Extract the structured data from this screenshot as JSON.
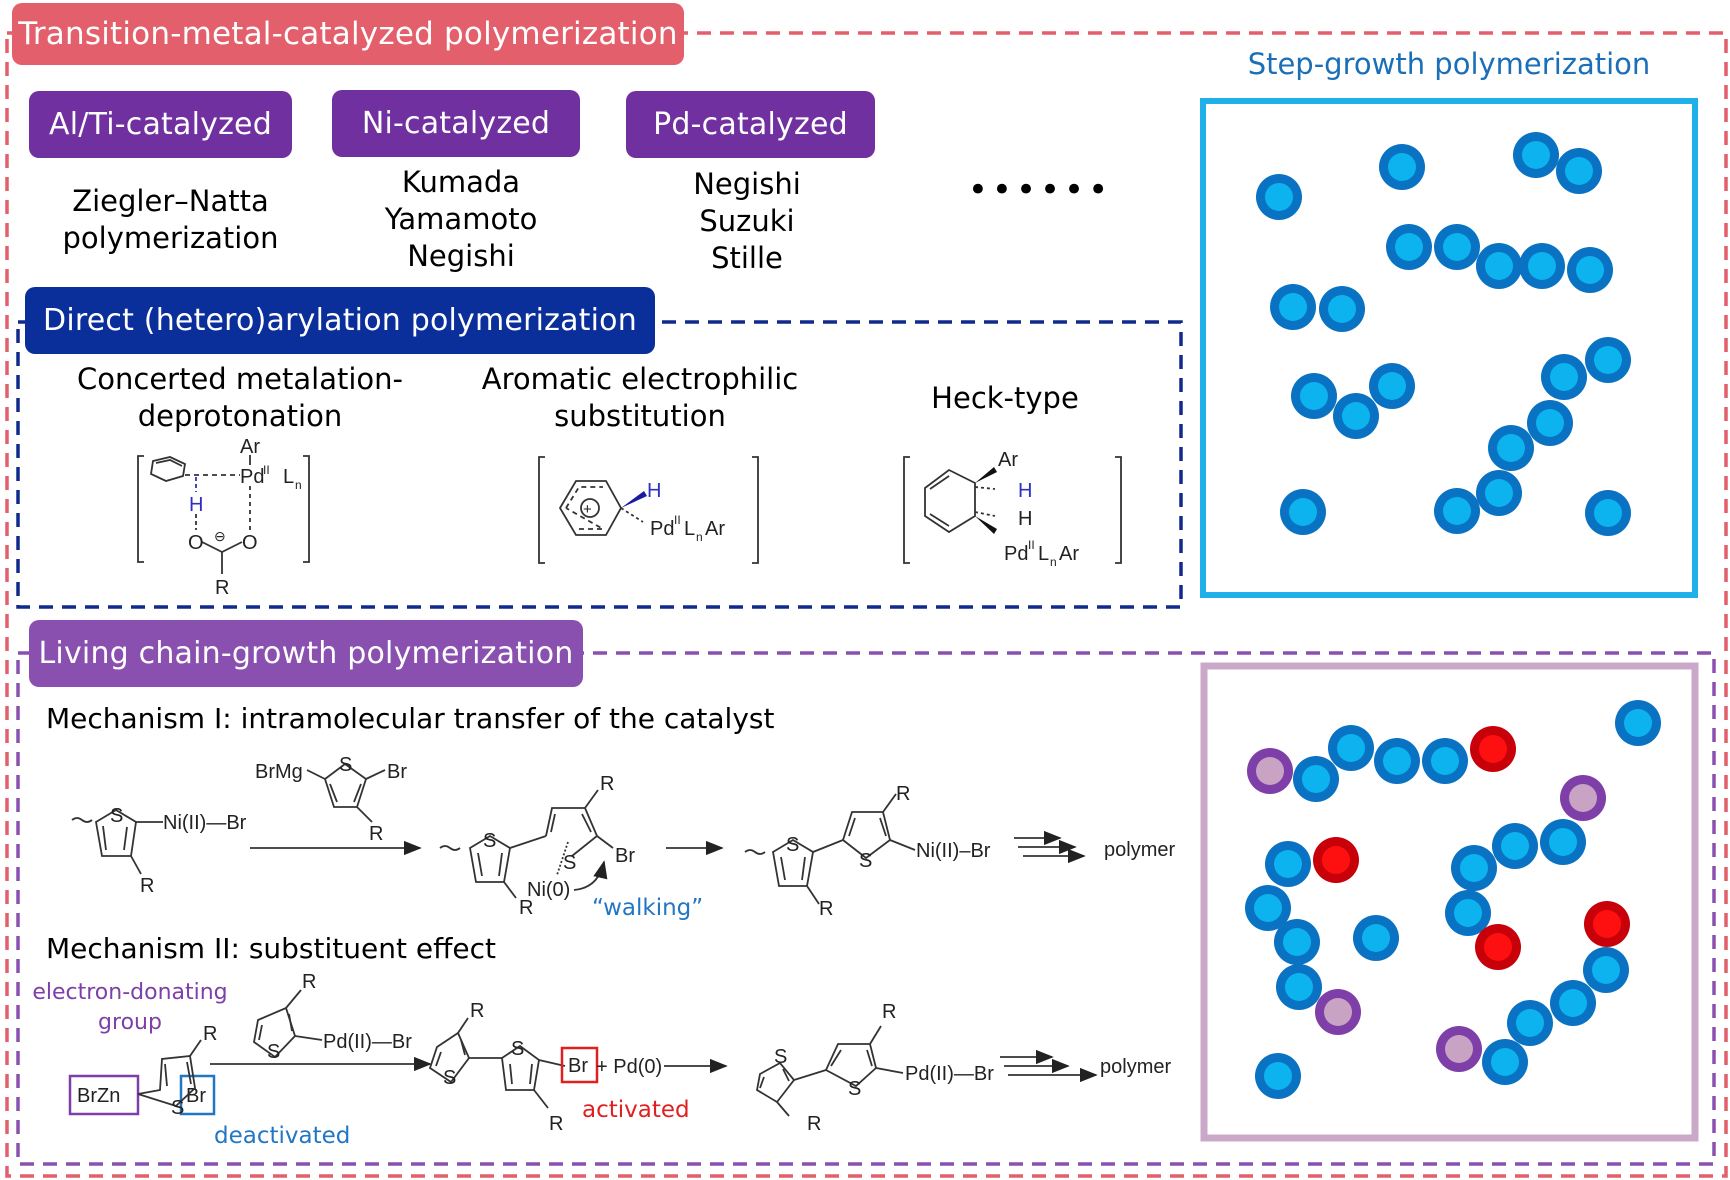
{
  "top_section": {
    "title": "Transition-metal-catalyzed polymerization",
    "title_color": "#E35F6B",
    "catalysts": [
      {
        "label": "Al/Ti-catalyzed",
        "lines": [
          "Ziegler–Natta",
          "polymerization"
        ]
      },
      {
        "label": "Ni-catalyzed",
        "lines": [
          "Kumada",
          "Yamamoto",
          "Negishi"
        ]
      },
      {
        "label": "Pd-catalyzed",
        "lines": [
          "Negishi",
          "Suzuki",
          "Stille"
        ]
      }
    ],
    "catalyst_color": "#7030A0",
    "ellipsis": "••••••"
  },
  "dhap": {
    "title": "Direct (hetero)arylation polymerization",
    "title_color": "#0B2F9A",
    "mechanisms": [
      {
        "lines": [
          "Concerted metalation-",
          "deprotonation"
        ],
        "structure": {
          "ar": "Ar",
          "metal": "Pd",
          "metal_ox": "II",
          "ligand": "L",
          "ligand_sub": "n",
          "h": "H",
          "o1": "O",
          "o2": "O",
          "charge": "⊖",
          "r": "R"
        }
      },
      {
        "lines": [
          "Aromatic electrophilic",
          "substitution"
        ],
        "structure": {
          "charge": "+",
          "h": "H",
          "metal": "Pd",
          "metal_ox": "II",
          "ligand": "L",
          "ligand_sub": "n",
          "ar": "Ar"
        }
      },
      {
        "lines": [
          "Heck-type"
        ],
        "structure": {
          "ar_top": "Ar",
          "h1": "H",
          "h2": "H",
          "metal": "Pd",
          "metal_ox": "II",
          "ligand": "L",
          "ligand_sub": "n",
          "ar": "Ar"
        }
      }
    ]
  },
  "step_growth": {
    "title": "Step-growth polymerization",
    "title_color": "#1A6FB8",
    "frame_color": "#1FB0EA",
    "bead_outer": "#0A72C2",
    "bead_inner": "#0CB3EE"
  },
  "living": {
    "title": "Living chain-growth polymerization",
    "title_color": "#8A50B0",
    "frame_color": "#C9A8C8",
    "mechanism_1": {
      "title": "Mechanism I: intramolecular transfer of the catalyst",
      "reactant_metal": "Ni(II)—Br",
      "reagent_left": "BrMg",
      "reagent_right": "Br",
      "r": "R",
      "s": "S",
      "intermediate_metal": "Ni(0)",
      "intermediate_br": "Br",
      "walking": "“walking”",
      "product_metal": "Ni(II)–Br",
      "final": "polymer"
    },
    "mechanism_2": {
      "title": "Mechanism II: substituent effect",
      "edg_lines": [
        "electron-donating",
        "group"
      ],
      "brzn": "BrZn",
      "br": "Br",
      "deactivated": "deactivated",
      "reagent_metal": "Pd(II)—Br",
      "activated": "activated",
      "br_activated": "Br",
      "plus_pd0": "+ Pd(0)",
      "product_metal": "Pd(II)—Br",
      "final": "polymer",
      "r": "R",
      "s": "S"
    },
    "colors": {
      "purple": "#7E3FA8",
      "blue_label": "#2276C4",
      "red": "#E02020",
      "red_bead": "#FF1010",
      "red_bead_outer": "#C8000A",
      "end_inner": "#C9A3C4"
    }
  }
}
